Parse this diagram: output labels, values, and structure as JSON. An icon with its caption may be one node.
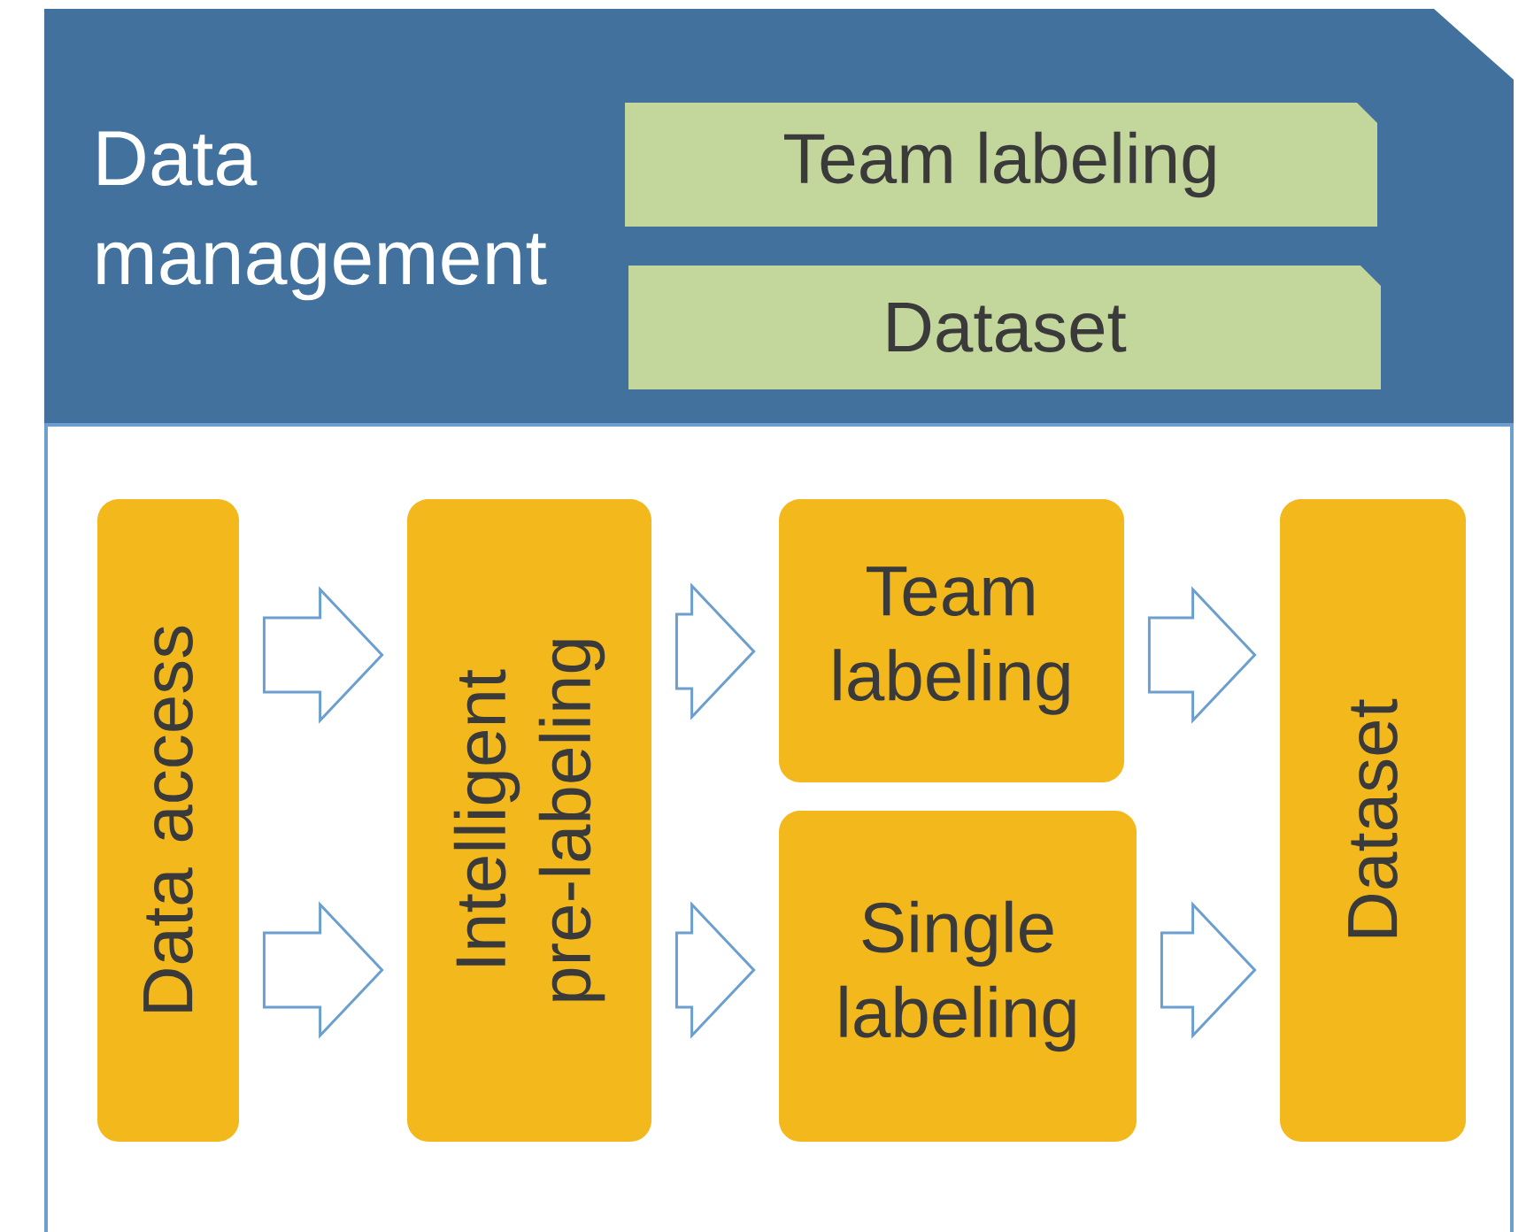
{
  "diagram": {
    "nodes": [
      {
        "text": [
          "Data management"
        ]
      },
      {
        "text": [
          "Team labeling"
        ],
        "in": 0
      },
      {
        "text": [
          "Dataset"
        ],
        "in": 0
      },
      {
        "text": [],
        "shape": "box"
      },
      {
        "text": [
          "Data access"
        ],
        "in": 3
      },
      {
        "text": [
          "Intelligent pre-labeling"
        ],
        "in": 3
      },
      {
        "text": [
          "Team labeling"
        ],
        "in": 3
      },
      {
        "text": [
          "Single labeling"
        ],
        "in": 3
      },
      {
        "text": [
          "Dataset"
        ],
        "in": 3
      }
    ],
    "edges": [
      {
        "from": 4,
        "to": 5,
        "arrow": "to"
      },
      {
        "from": 4,
        "to": 5,
        "arrow": "to"
      },
      {
        "from": 5,
        "to": 6,
        "arrow": "to"
      },
      {
        "from": 5,
        "to": 7,
        "arrow": "to"
      },
      {
        "from": 6,
        "to": 8,
        "arrow": "to"
      },
      {
        "from": 7,
        "to": 8,
        "arrow": "to"
      }
    ]
  }
}
